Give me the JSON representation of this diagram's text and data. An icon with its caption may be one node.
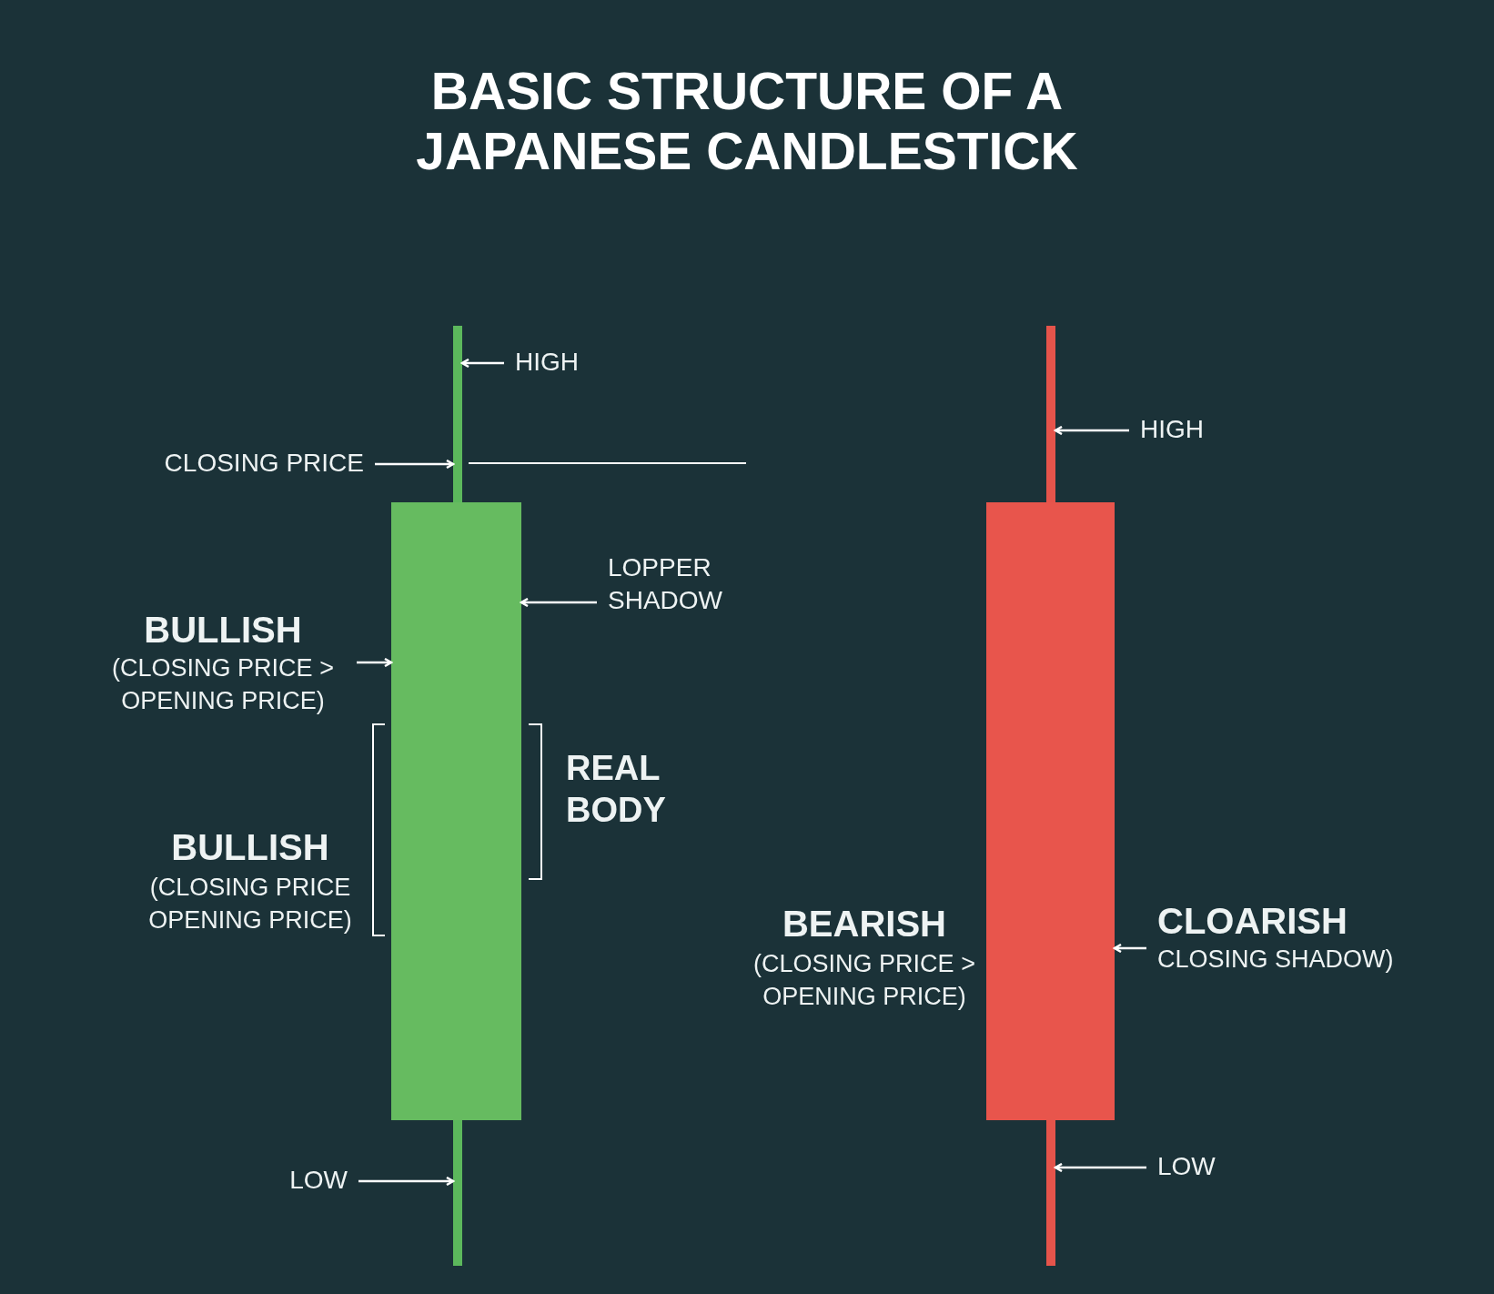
{
  "diagram": {
    "title": "BASIC STRUCTURE OF A JAPANESE CANDLESTICK",
    "nodes": [
      {
        "text": [],
        "shape": "bar"
      },
      {
        "text": [],
        "shape": "bar"
      },
      {
        "text": [],
        "shape": "bar"
      },
      {
        "text": [],
        "shape": "bar"
      },
      {
        "text": [],
        "shape": "bar"
      },
      {
        "text": [],
        "shape": "bar"
      },
      {
        "text": [
          "HIGH"
        ]
      },
      {
        "text": [
          "CLOSING PRICE"
        ]
      },
      {
        "text": [
          "LOPPER SHADOW"
        ]
      },
      {
        "text": [
          "BULLISH",
          "(CLOSING PRICE > OPENING PRICE)"
        ]
      },
      {
        "text": [
          "LOW"
        ]
      },
      {
        "text": [
          "HIGH"
        ]
      },
      {
        "text": [
          "CLOARISH",
          "CLOSING SHADOW)"
        ]
      },
      {
        "text": [
          "LOW"
        ]
      }
    ],
    "edges": [
      {
        "from": 6,
        "to": 0,
        "arrow": "to"
      },
      {
        "from": 7,
        "to": 0,
        "arrow": "to"
      },
      {
        "from": 8,
        "to": 1,
        "arrow": "to"
      },
      {
        "from": 9,
        "to": 1,
        "arrow": "to"
      },
      {
        "from": 10,
        "to": 2,
        "arrow": "to"
      },
      {
        "from": 11,
        "to": 3,
        "arrow": "to"
      },
      {
        "from": 12,
        "to": 4,
        "arrow": "to"
      },
      {
        "from": 13,
        "to": 5,
        "arrow": "to"
      }
    ],
    "labels": [
      "REAL BODY",
      "BULLISH",
      "(CLOSING PRICE OPENING PRICE)",
      "BEARISH",
      "(CLOSING PRICE > OPENING PRICE)"
    ]
  }
}
